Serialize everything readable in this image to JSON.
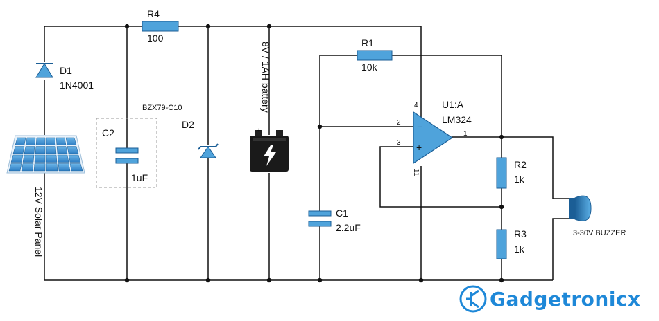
{
  "diagram": {
    "colors": {
      "wire": "#111111",
      "component_fill": "#4fa3db",
      "component_stroke": "#1b5e96",
      "brand": "#1e88d8"
    },
    "components": {
      "r4": {
        "ref": "R4",
        "value": "100"
      },
      "d1": {
        "ref": "D1",
        "value": "1N4001"
      },
      "c2": {
        "ref": "C2",
        "value": "1uF"
      },
      "d2": {
        "ref": "D2",
        "value": "BZX79-C10"
      },
      "battery": {
        "label": "8V / 1AH battery",
        "plus": "+",
        "minus": "-"
      },
      "r1": {
        "ref": "R1",
        "value": "10k"
      },
      "u1": {
        "ref": "U1:A",
        "value": "LM324",
        "pin_out": "1",
        "pin_inv": "2",
        "pin_noninv": "3",
        "pin_vcc": "4",
        "pin_gnd": "11",
        "minus_sign": "−",
        "plus_sign": "+"
      },
      "c1": {
        "ref": "C1",
        "value": "2.2uF"
      },
      "r2": {
        "ref": "R2",
        "value": "1k"
      },
      "r3": {
        "ref": "R3",
        "value": "1k"
      },
      "buzzer": {
        "label": "3-30V BUZZER"
      },
      "solar": {
        "label": "12V Solar Panel"
      }
    },
    "brand": {
      "name": "Gadgetronicx",
      "logo_icon": "transistor-icon"
    }
  }
}
